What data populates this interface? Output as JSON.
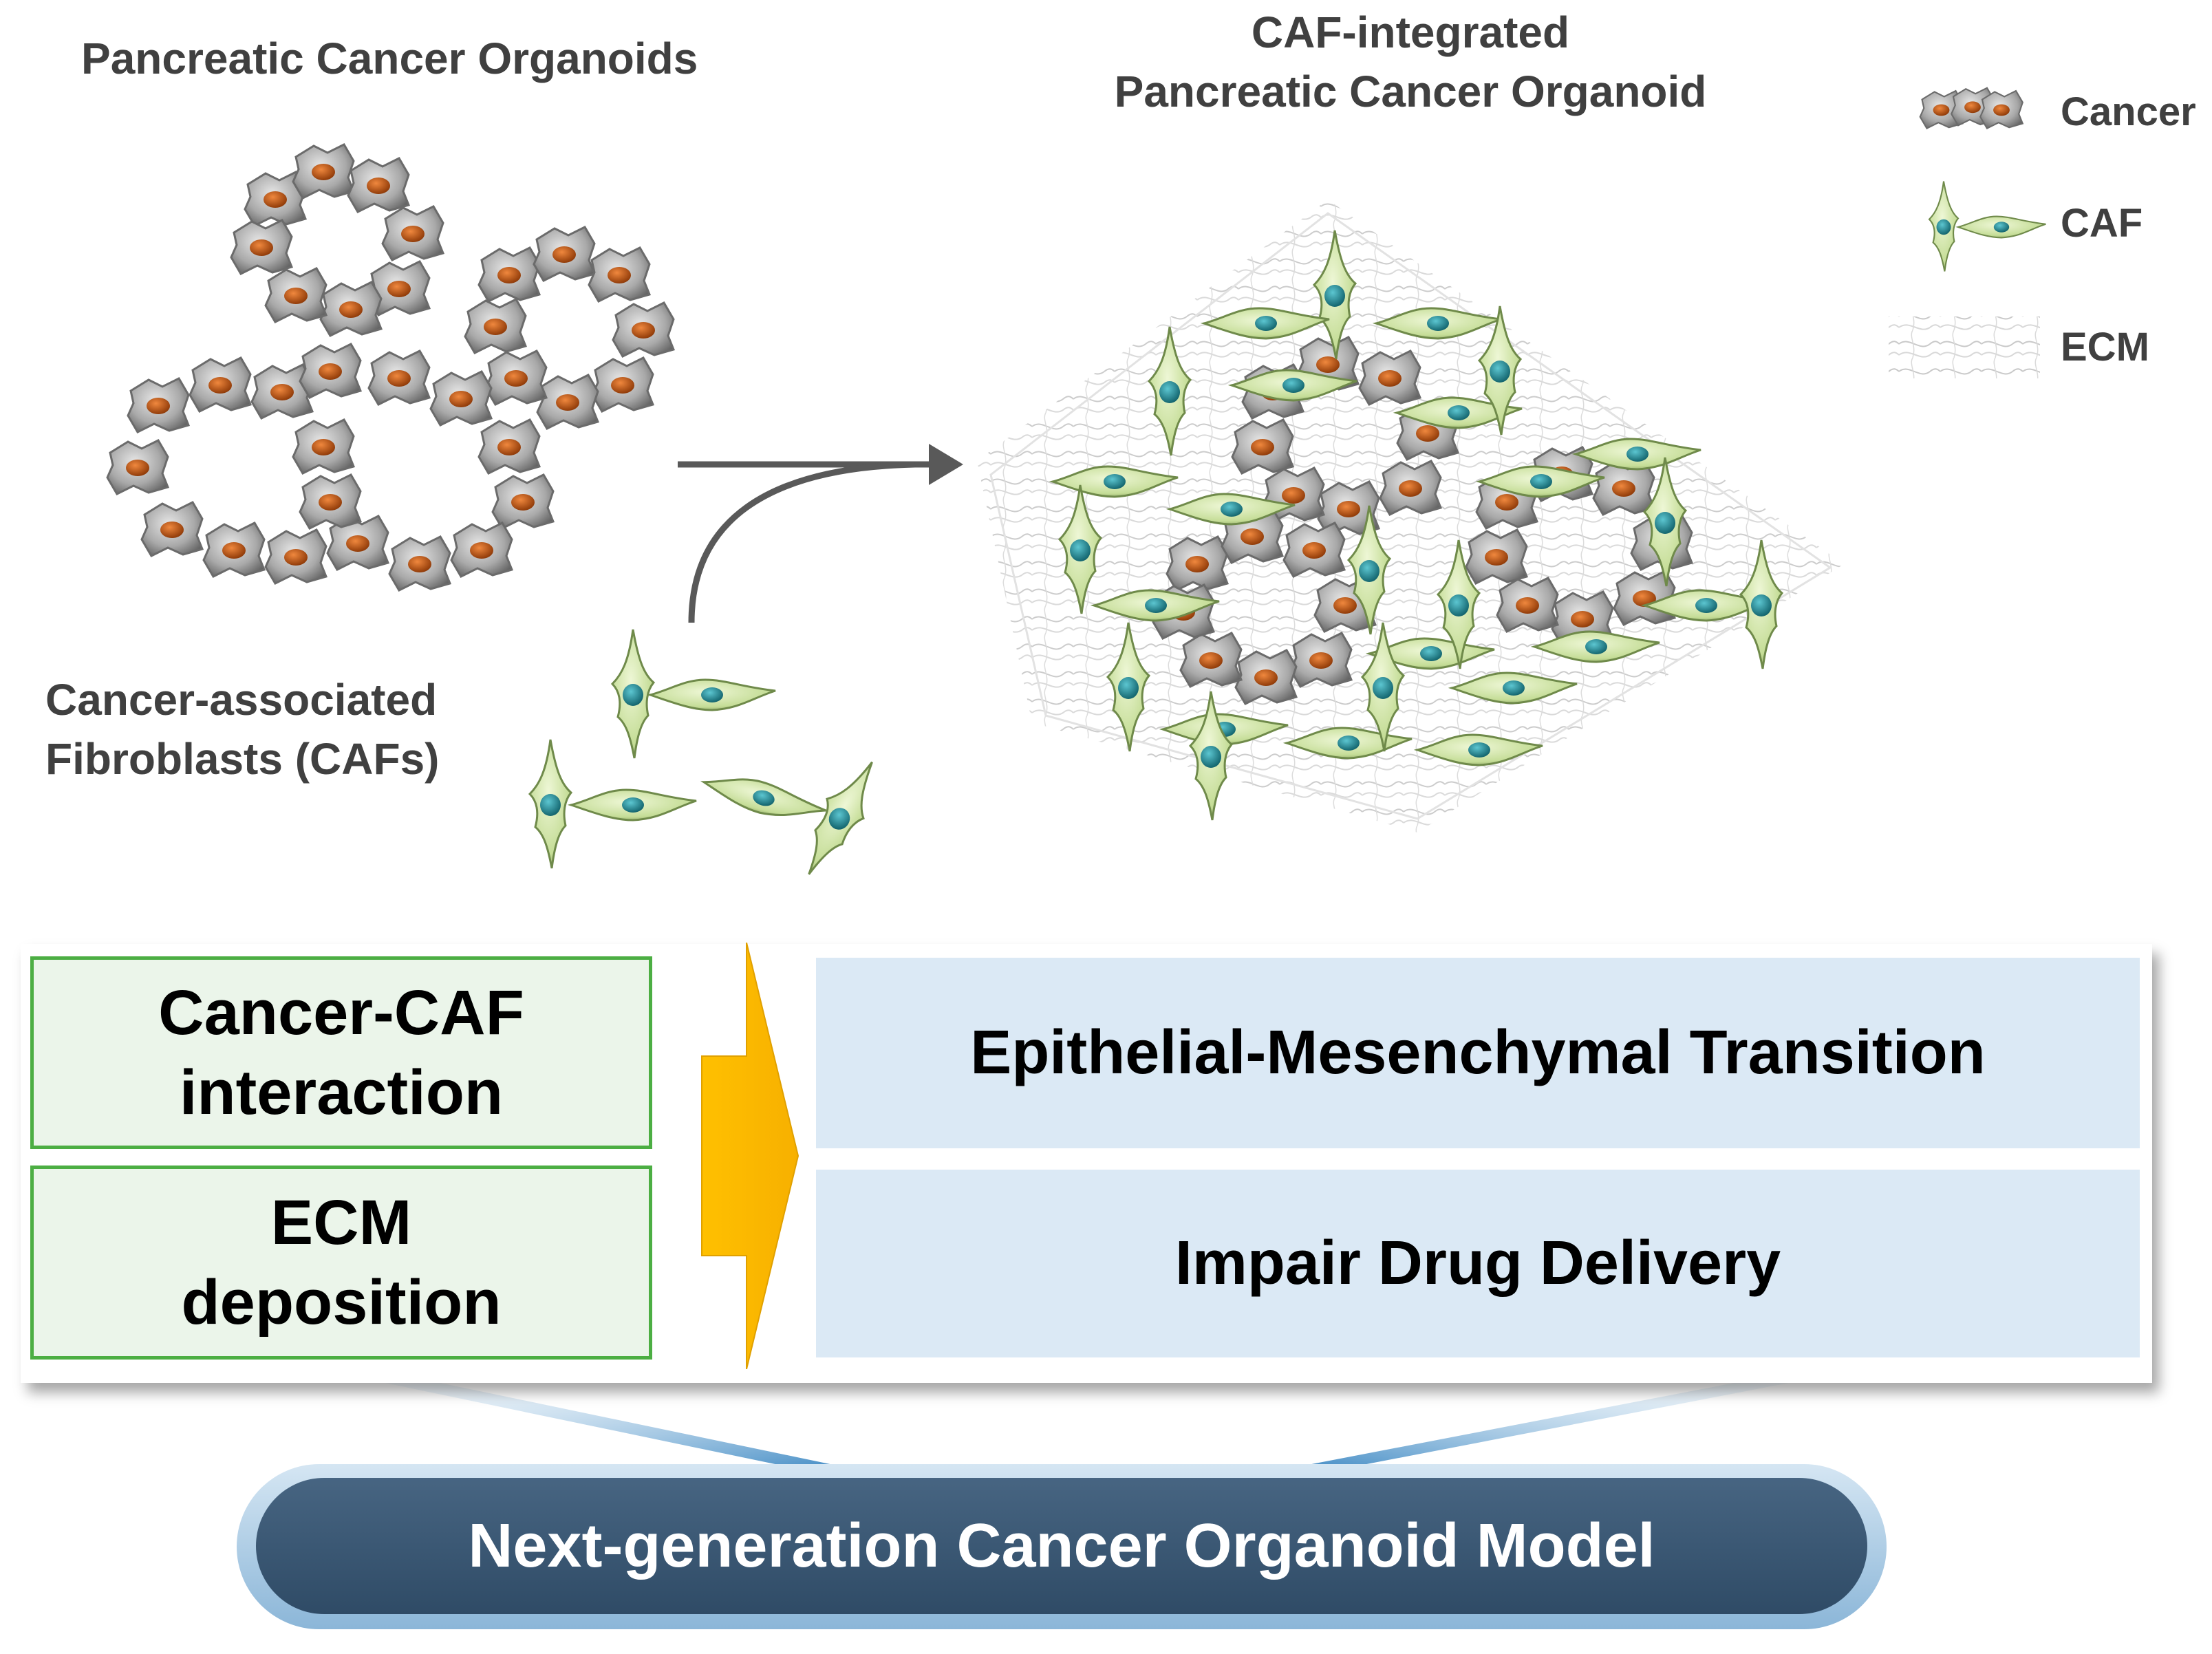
{
  "labels": {
    "organoids_title": "Pancreatic Cancer Organoids",
    "caf_integrated_line1": "CAF-integrated",
    "caf_integrated_line2": "Pancreatic Cancer Organoid",
    "cafs_line1": "Cancer-associated",
    "cafs_line2": "Fibroblasts (CAFs)"
  },
  "legend": [
    {
      "label": "Cancer",
      "icon": "cancer-cell-icon"
    },
    {
      "label": "CAF",
      "icon": "caf-cell-icon"
    },
    {
      "label": "ECM",
      "icon": "ecm-mesh-icon"
    }
  ],
  "mechanisms": {
    "box1_line1": "Cancer-CAF",
    "box1_line2": "interaction",
    "box2_line1": "ECM",
    "box2_line2": "deposition"
  },
  "outcomes": {
    "emt": "Epithelial-Mesenchymal Transition",
    "drug": "Impair Drug Delivery"
  },
  "model_label": "Next-generation Cancer Organoid Model",
  "colors": {
    "cancer_cell": "#a9a9a9",
    "cancer_nucleus": "#c0520a",
    "caf_cell": "#cfe5a6",
    "caf_nucleus": "#1f8b98",
    "green_border": "#4cae43",
    "green_fill": "#ebf5ea",
    "blue_fill": "#dbe9f5",
    "arrow_fill": "#ffc000",
    "pill_dark": "#34506c"
  }
}
